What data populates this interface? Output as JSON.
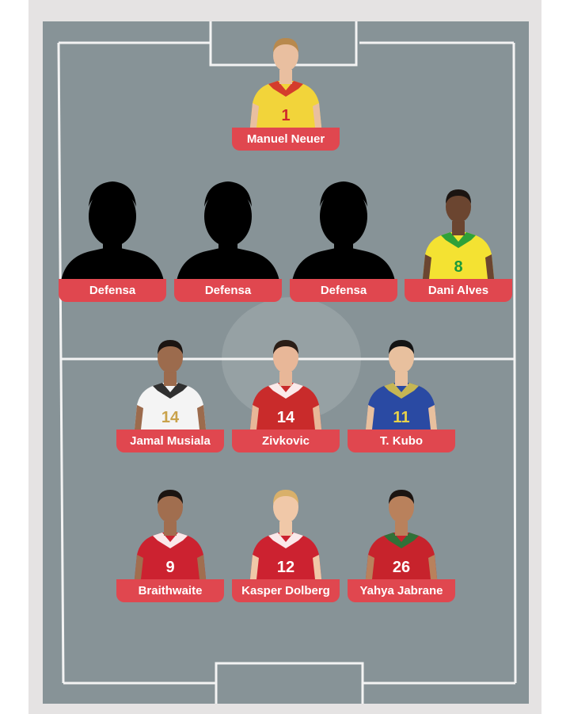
{
  "formation": {
    "goalkeeper": [
      {
        "name": "Manuel Neuer",
        "number": "1",
        "kit": "#f2d43a",
        "kit_accent": "#d02b2b",
        "skin": "#e9bfa0",
        "hair": "#b8894d",
        "number_color": "#d02b2b"
      }
    ],
    "defenders": [
      {
        "name": "Defensa",
        "placeholder": true
      },
      {
        "name": "Defensa",
        "placeholder": true
      },
      {
        "name": "Defensa",
        "placeholder": true
      },
      {
        "name": "Dani Alves",
        "number": "8",
        "kit": "#f4e232",
        "kit_accent": "#1a9a3a",
        "skin": "#6b4530",
        "hair": "#1b1411",
        "number_color": "#1a9a3a"
      }
    ],
    "midfielders": [
      {
        "name": "Jamal Musiala",
        "number": "14",
        "kit": "#f4f4f4",
        "kit_accent": "#1b1b1b",
        "skin": "#9c6b4d",
        "hair": "#1b1411",
        "number_color": "#c9a24b"
      },
      {
        "name": "Zivkovic",
        "number": "14",
        "kit": "#c92b2b",
        "kit_accent": "#ffffff",
        "skin": "#e8b798",
        "hair": "#2b1e17",
        "number_color": "#ffffff"
      },
      {
        "name": "T. Kubo",
        "number": "11",
        "kit": "#2a4aa3",
        "kit_accent": "#d7c24a",
        "skin": "#e8c09e",
        "hair": "#141414",
        "number_color": "#e8d24a"
      }
    ],
    "forwards": [
      {
        "name": "Braithwaite",
        "number": "9",
        "kit": "#cc2230",
        "kit_accent": "#ffffff",
        "skin": "#a16e4f",
        "hair": "#1b1411",
        "number_color": "#ffffff"
      },
      {
        "name": "Kasper Dolberg",
        "number": "12",
        "kit": "#cc2230",
        "kit_accent": "#ffffff",
        "skin": "#f0c8a8",
        "hair": "#d9b06a",
        "number_color": "#ffffff"
      },
      {
        "name": "Yahya Jabrane",
        "number": "26",
        "kit": "#c7232c",
        "kit_accent": "#1f7a3a",
        "skin": "#b9815c",
        "hair": "#1b1411",
        "number_color": "#ffffff"
      }
    ]
  },
  "colors": {
    "pitch": "#879397",
    "line": "#f3f3f3",
    "name_plate": "#e0474f",
    "name_text": "#ffffff",
    "silhouette": "#000000"
  }
}
